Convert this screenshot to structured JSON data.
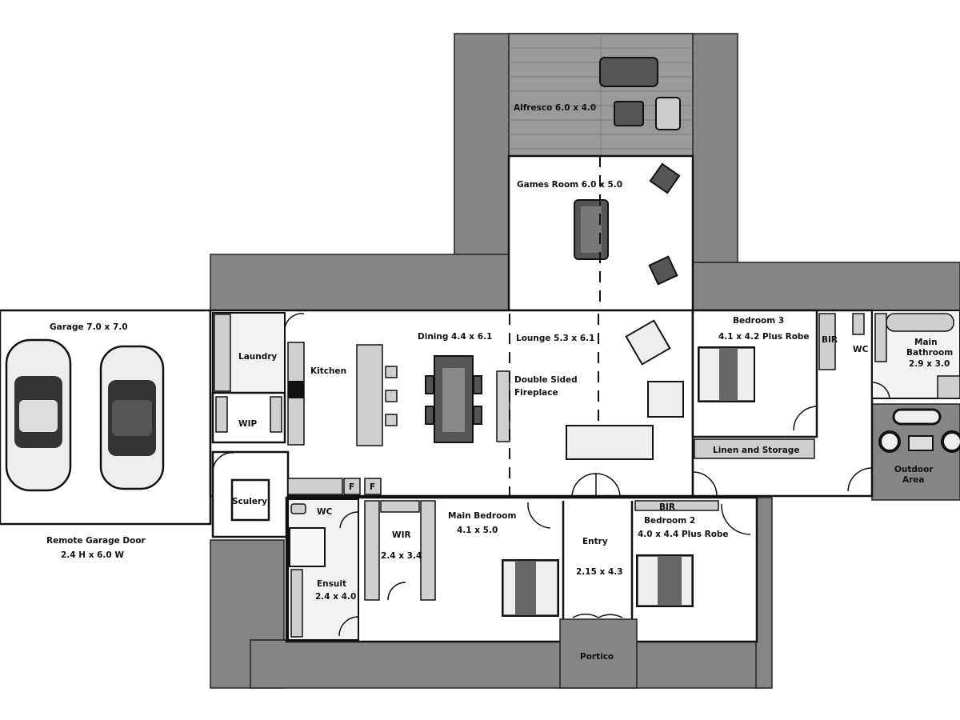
{
  "rooms": {
    "alfresco": "Alfresco  6.0 x 4.0",
    "games_room": "Games Room  6.0 x 5.0",
    "garage": "Garage  7.0 x 7.0",
    "laundry": "Laundry",
    "wip": "WIP",
    "kitchen": "Kitchen",
    "dining": "Dining  4.4 x 6.1",
    "lounge": "Lounge  5.3 x 6.1",
    "fireplace_line1": "Double Sided",
    "fireplace_line2": "Fireplace",
    "bedroom3_name": "Bedroom 3",
    "bedroom3_size": "4.1 x 4.2 Plus Robe",
    "bir_bed3": "BIR",
    "wc_bath": "WC",
    "main_bath_line1": "Main",
    "main_bath_line2": "Bathroom",
    "main_bath_size": "2.9 x 3.0",
    "linen": "Linen and Storage",
    "outdoor_line1": "Outdoor",
    "outdoor_line2": "Area",
    "scullery": "Sculery",
    "wc_ensuite": "WC",
    "wir_name": "WIR",
    "wir_size": "2.4 x 3.4",
    "main_bedroom_name": "Main Bedroom",
    "main_bedroom_size": "4.1 x 5.0",
    "entry_name": "Entry",
    "entry_size": "2.15 x 4.3",
    "bir_bed2": "BIR",
    "bedroom2_name": "Bedroom 2",
    "bedroom2_size": "4.0 x 4.4  Plus Robe",
    "ensuite_name": "Ensuit",
    "ensuite_size": "2.4 x 4.0",
    "portico": "Portico",
    "fridge1": "F",
    "fridge2": "F"
  },
  "garage_door": {
    "line1": "Remote Garage Door",
    "line2": "2.4 H x 6.0 W"
  }
}
